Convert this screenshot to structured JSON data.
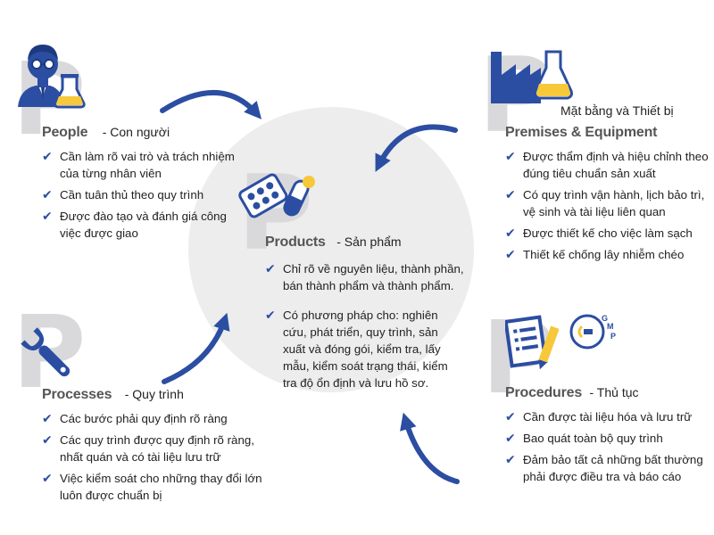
{
  "products": {
    "title_en": "Products",
    "title_vi": "- Sản phẩm",
    "items": [
      "Chỉ rõ về nguyên liệu, thành phần, bán thành phẩm và thành phẩm.",
      "Có phương pháp cho: nghiên cứu, phát triển, quy trình, sản xuất và đóng gói, kiểm tra, lấy mẫu, kiểm soát trạng thái, kiểm tra độ ổn định và lưu hồ sơ."
    ]
  },
  "people": {
    "title_en": "People",
    "title_vi": "- Con người",
    "items": [
      "Cần làm rõ vai trò và trách nhiệm của từng nhân viên",
      "Cần tuân thủ theo quy trình",
      "Được đào tạo và đánh giá công việc được giao"
    ]
  },
  "premises": {
    "title_vi": "Mặt bằng và Thiết bị",
    "title_en": "Premises & Equipment",
    "items": [
      "Được thẩm định và hiệu chỉnh theo đúng tiêu chuẩn sản xuất",
      "Có quy trình vận hành, lịch bảo trì, vệ sinh và tài liệu liên quan",
      "Được thiết kế cho việc làm sạch",
      "Thiết kế chống lây nhiễm chéo"
    ]
  },
  "processes": {
    "title_en": "Processes",
    "title_vi": "- Quy trình",
    "items": [
      "Các bước phải quy định rõ ràng",
      "Các quy trình được quy định rõ ràng, nhất quán và có tài liệu lưu trữ",
      "Việc kiểm soát cho những thay đổi lớn luôn được chuẩn bị"
    ]
  },
  "procedures": {
    "title_en": "Procedures",
    "title_vi": "- Thủ tục",
    "items": [
      "Cần được tài liệu hóa và lưu trữ",
      "Bao quát toàn bộ quy trình",
      "Đảm bảo tất cả những bất thường phải được điều tra và báo cáo"
    ],
    "logo_letters": [
      "G",
      "M",
      "P"
    ]
  },
  "big_letter": "P",
  "check_glyph": "✔",
  "colors": {
    "blue": "#2b4ea2",
    "yellow": "#f6c83a",
    "grey_p": "#d9d9dc",
    "circle": "#ededee"
  }
}
